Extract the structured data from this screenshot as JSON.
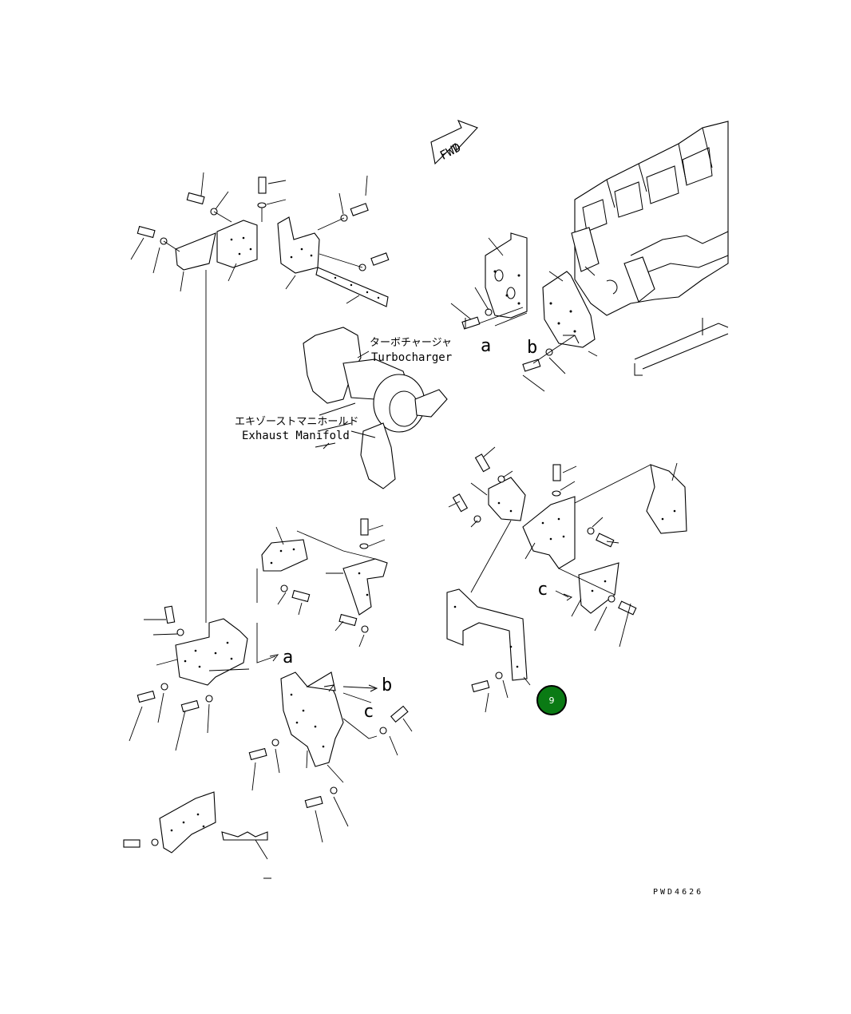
{
  "diagram": {
    "fwd_label": "FWD",
    "turbocharger_jp": "ターボチャージャ",
    "turbocharger_en": "Turbocharger",
    "manifold_jp": "エキゾーストマニホールド",
    "manifold_en": "Exhaust Manifold",
    "view_labels": [
      "a",
      "b",
      "a",
      "b",
      "c",
      "c"
    ],
    "figure_code": "PWD4626",
    "badge": "9",
    "badge_color": "#0a7a14"
  }
}
